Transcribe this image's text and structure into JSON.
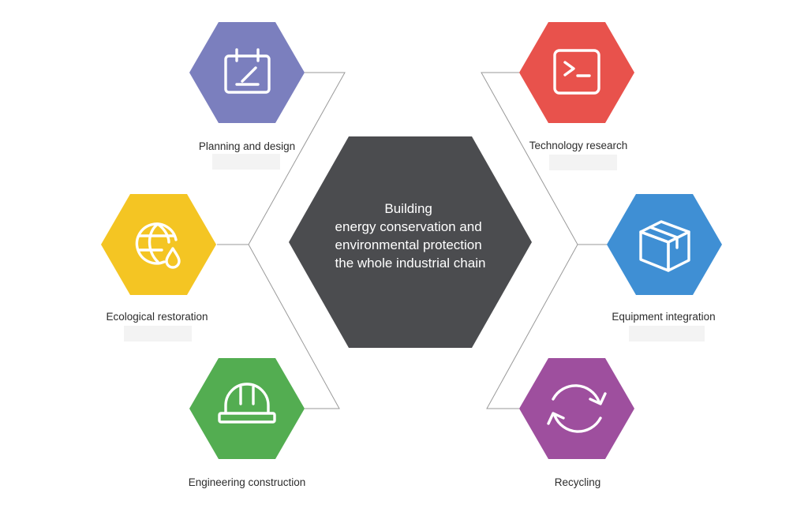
{
  "center": {
    "lines": [
      "Building",
      "energy conservation and",
      "environmental protection",
      "the whole industrial chain"
    ],
    "color": "#4b4c4f"
  },
  "nodes": [
    {
      "label": "Planning and design",
      "icon": "calendar-edit-icon",
      "color": "#7b7fbe"
    },
    {
      "label": "Ecological restoration",
      "icon": "globe-water-drop-icon",
      "color": "#f4c523"
    },
    {
      "label": "Engineering construction",
      "icon": "hard-hat-icon",
      "color": "#53ad51"
    },
    {
      "label": "Technology research",
      "icon": "terminal-icon",
      "color": "#e8524c"
    },
    {
      "label": "Equipment integration",
      "icon": "package-box-icon",
      "color": "#3f8fd4"
    },
    {
      "label": "Recycling",
      "icon": "recycle-arrows-icon",
      "color": "#9e4f9e"
    }
  ]
}
